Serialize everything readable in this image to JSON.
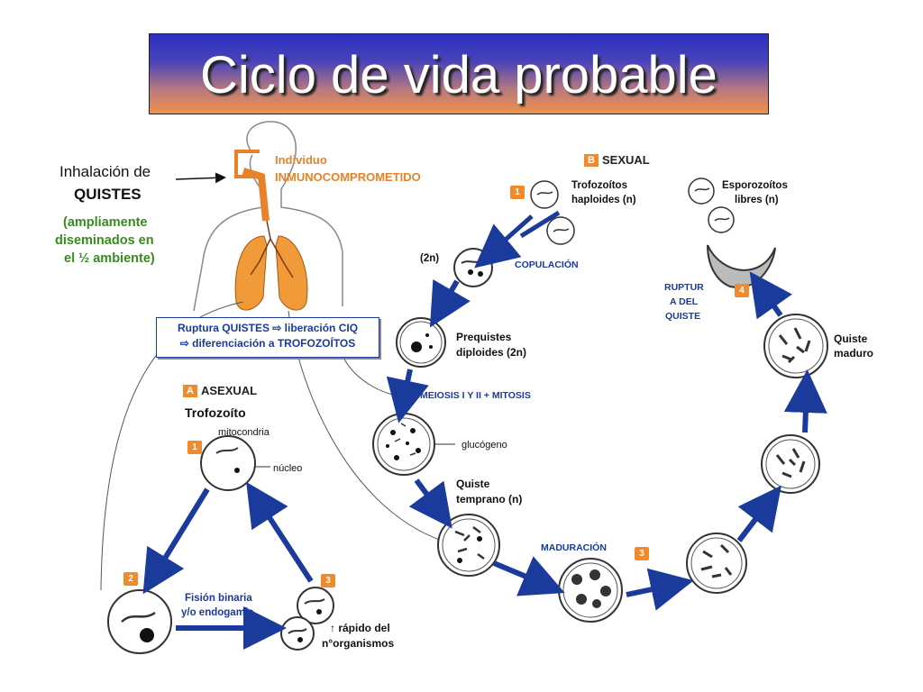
{
  "title": "Ciclo de vida probable",
  "left_text": {
    "inhalation_line1": "Inhalación de",
    "inhalation_line2": "QUISTES",
    "spread_line1": "(ampliamente",
    "spread_line2": "diseminados en",
    "spread_line3": "el ½ ambiente)"
  },
  "host": {
    "line1": "Individuo",
    "line2": "INMUNOCOMPROMETIDO"
  },
  "ruptura": {
    "line1": "Ruptura QUISTES ⇨ liberación CIQ",
    "line2": "⇨ diferenciación a TROFOZOÍTOS"
  },
  "asexual": {
    "tag_letter": "A",
    "tag_label": "ASEXUAL",
    "trofozoito": "Trofozoíto",
    "mitocondria": "mitocondria",
    "nucleo": "núcleo",
    "step1": "1",
    "step2": "2",
    "step3": "3",
    "fision_line1": "Fisión binaria",
    "fision_line2": "y/o endogamia",
    "rapido_line1": "↑ rápido del",
    "rapido_line2": "n°organismos"
  },
  "sexual": {
    "tag_letter": "B",
    "tag_label": "SEXUAL",
    "step1": "1",
    "step3": "3",
    "step4": "4",
    "trofo_line1": "Trofozoítos",
    "trofo_line2": "haploides (n)",
    "espo_line1": "Esporozoítos",
    "espo_line2": "libres (n)",
    "two_n": "(2n)",
    "copulacion": "COPULACIÓN",
    "prequistes_line1": "Prequistes",
    "prequistes_line2": "diploides (2n)",
    "meiosis": "MEIOSIS I Y II + MITOSIS",
    "glucogeno": "glucógeno",
    "quiste_temprano_line1": "Quiste",
    "quiste_temprano_line2": "temprano (n)",
    "maduracion": "MADURACIÓN",
    "ruptur_line1": "RUPTUR",
    "ruptur_line2": "A DEL",
    "ruptur_line3": "QUISTE",
    "quiste_maduro_line1": "Quiste",
    "quiste_maduro_line2": "maduro"
  },
  "colors": {
    "arrow_blue": "#1a3a9c",
    "orange": "#e8822a",
    "green": "#3a8a20"
  }
}
